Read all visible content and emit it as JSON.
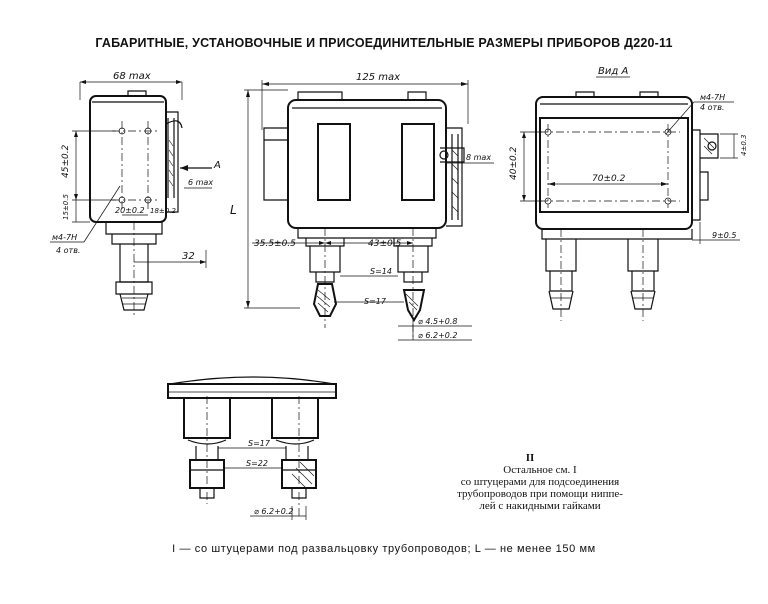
{
  "document": {
    "title": "ГАБАРИТНЫЕ, УСТАНОВОЧНЫЕ И ПРИСОЕДИНИТЕЛЬНЫЕ РАЗМЕРЫ ПРИБОРОВ Д220-11",
    "footnote": "I — со штуцерами под развальцовку трубопроводов; L — не менее 150 мм"
  },
  "variant_ii": {
    "label": "II",
    "line1": "Остальное см. I",
    "line2": "со штуцерами для подсоединения",
    "line3": "трубопроводов при помощи ниппе-",
    "line4": "лей с накидными гайками"
  },
  "dimensions": {
    "side_width": "68 max",
    "side_height": "45±0.2",
    "side_small": "15±0.5",
    "side_hole_spacing": "20±0.2",
    "side_hole_offset": "18±0.2",
    "side_arrow": "A",
    "side_clearance": "6 max",
    "side_thread": "м4-7Н",
    "side_holes": "4 отв.",
    "side_fitting": "32",
    "front_width": "125 max",
    "front_L": "L",
    "front_protrusion": "8 max",
    "front_left_offset": "35.5±0.5",
    "front_spacing": "43±0.5",
    "front_key14": "S=14",
    "front_key17": "S=17",
    "front_dia_inner": "⌀ 4.5+0.8",
    "front_dia_outer": "⌀ 6.2+0.2",
    "view_title": "Вид А",
    "view_thread": "м4-7Н",
    "view_holes": "4 отв.",
    "view_height": "40±0.2",
    "view_width": "70±0.2",
    "view_right_small": "4±0.3",
    "view_right_offset": "9±0.5",
    "ii_key17": "S=17",
    "ii_key22": "S=22",
    "ii_dia": "⌀ 6.2+0.2"
  }
}
